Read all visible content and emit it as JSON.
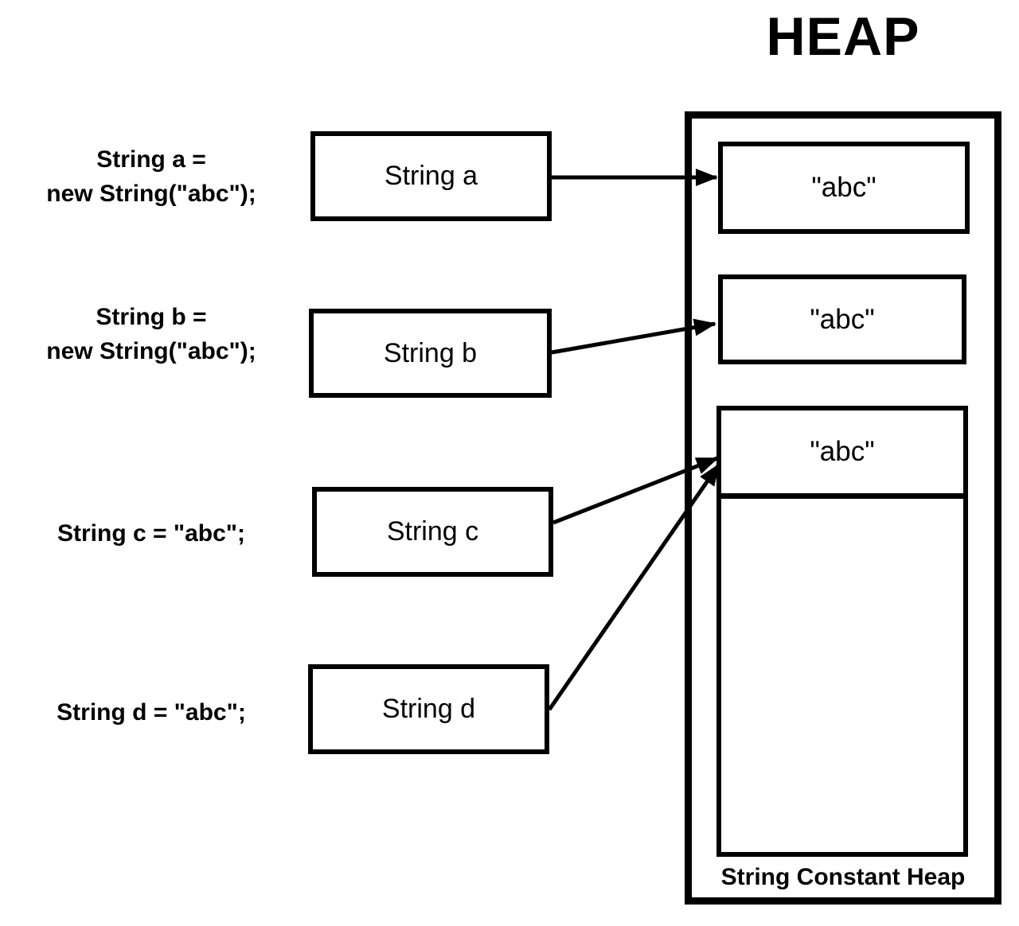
{
  "title": "HEAP",
  "statements": [
    {
      "name": "a",
      "lines": [
        "String a =",
        "new String(\"abc\");"
      ]
    },
    {
      "name": "b",
      "lines": [
        "String b =",
        "new String(\"abc\");"
      ]
    },
    {
      "name": "c",
      "lines": [
        "String c = \"abc\";"
      ]
    },
    {
      "name": "d",
      "lines": [
        "String d = \"abc\";"
      ]
    }
  ],
  "variables": [
    {
      "label": "String a"
    },
    {
      "label": "String b"
    },
    {
      "label": "String c"
    },
    {
      "label": "String d"
    }
  ],
  "heap": {
    "objects": [
      {
        "value": "\"abc\""
      },
      {
        "value": "\"abc\""
      }
    ],
    "constant_pool": {
      "label": "String Constant Heap",
      "entries": [
        {
          "value": "\"abc\""
        }
      ]
    }
  },
  "connections": [
    {
      "from": "String a",
      "to": "heap object \"abc\" (1)"
    },
    {
      "from": "String b",
      "to": "heap object \"abc\" (2)"
    },
    {
      "from": "String c",
      "to": "string constant heap \"abc\""
    },
    {
      "from": "String d",
      "to": "string constant heap \"abc\""
    }
  ],
  "colors": {
    "line": "#000000",
    "background": "#ffffff",
    "text": "#000000"
  }
}
